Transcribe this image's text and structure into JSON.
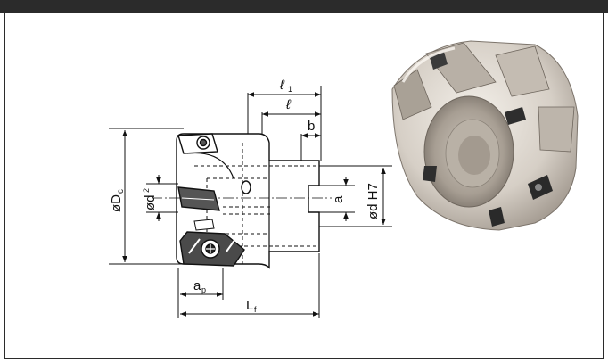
{
  "labels": {
    "l1": "ℓ",
    "l1_sub": "1",
    "l": "ℓ",
    "b": "b",
    "a": "a",
    "dH7": "ød H7",
    "Dc_main": "øD",
    "Dc_sub": "c",
    "d2_main": "ød",
    "d2_sub": "2",
    "ap_main": "a",
    "ap_sub": "p",
    "Lf_main": "L",
    "Lf_sub": "f"
  },
  "colors": {
    "frame": "#2b2b2b",
    "line": "#111111",
    "body_fill": "#ffffff",
    "insert_fill": "#4a4a4a",
    "cutter_metal": "#d8d2ca",
    "cutter_shadow": "#8d857b"
  }
}
